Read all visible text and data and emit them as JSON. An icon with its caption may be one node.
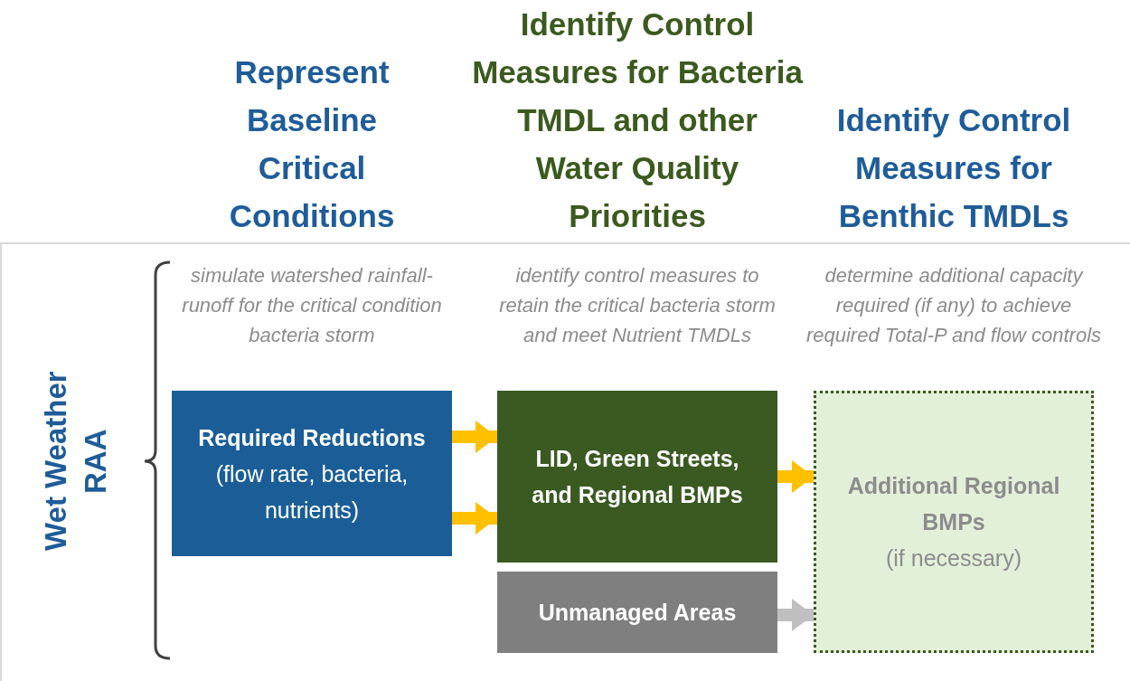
{
  "diagram": {
    "nodes": [
      {
        "text": [
          "Required Reductions",
          "(flow rate, bacteria, nutrients)"
        ]
      },
      {
        "text": [
          "LID, Green Streets, and Regional BMPs"
        ]
      },
      {
        "text": [
          "Unmanaged Areas"
        ]
      },
      {
        "text": [
          "Additional Regional BMPs",
          "(if necessary)"
        ]
      }
    ],
    "edges": [
      {
        "from": 0,
        "to": 1,
        "arrow": "to"
      },
      {
        "from": 0,
        "to": 1,
        "arrow": "to"
      },
      {
        "from": 1,
        "to": 3,
        "arrow": "to"
      },
      {
        "from": 2,
        "to": 3,
        "arrow": "to",
        "color": "#bfbfbf"
      }
    ],
    "labels": [
      "Represent Baseline Critical Conditions",
      "Identify Control Measures for Bacteria TMDL and other Water Quality Priorities",
      "Identify Control Measures for Benthic TMDLs",
      "simulate watershed rainfall-runoff for the critical condition bacteria storm",
      "identify control measures to retain the critical bacteria storm and meet Nutrient TMDLs",
      "determine additional capacity required (if any) to achieve required Total-P and flow controls",
      "Wet Weather RAA"
    ]
  }
}
